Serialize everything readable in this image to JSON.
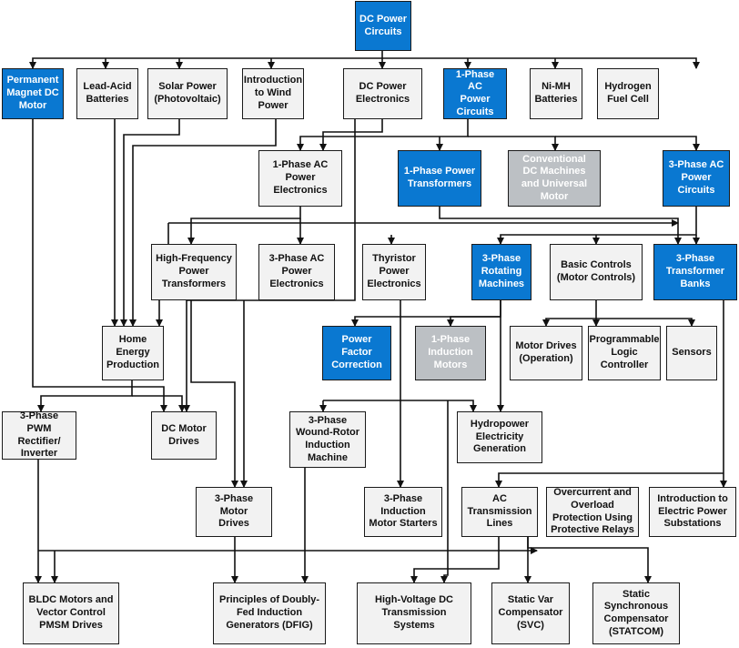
{
  "colors": {
    "accent_blue": "#0a78d1",
    "gray_node": "#bcc0c4",
    "plain_node": "#f2f2f2",
    "line": "#111111"
  },
  "nodes": {
    "dc_power_circuits": "DC Power\nCircuits",
    "pm_dc_motor": "Permanent\nMagnet DC\nMotor",
    "lead_acid": "Lead-Acid\nBatteries",
    "solar": "Solar Power\n(Photovoltaic)",
    "wind": "Introduction\nto Wind\nPower",
    "dc_pe": "DC Power\nElectronics",
    "ac1_circuits": "1-Phase AC\nPower\nCircuits",
    "nimh": "Ni-MH\nBatteries",
    "hydrogen": "Hydrogen\nFuel Cell",
    "ac1_pe": "1-Phase AC\nPower\nElectronics",
    "ac1_transformers": "1-Phase Power\nTransformers",
    "conv_dc": "Conventional\nDC Machines\nand Universal\nMotor",
    "ac3_circuits": "3-Phase AC\nPower\nCircuits",
    "hf_transformers": "High-Frequency\nPower\nTransformers",
    "ac3_pe": "3-Phase AC\nPower\nElectronics",
    "thyristor": "Thyristor\nPower\nElectronics",
    "rotating": "3-Phase\nRotating\nMachines",
    "basic_controls": "Basic Controls\n(Motor Controls)",
    "transformer_banks": "3-Phase\nTransformer\nBanks",
    "home_energy": "Home\nEnergy\nProduction",
    "pfc": "Power\nFactor\nCorrection",
    "induction1": "1-Phase\nInduction\nMotors",
    "motor_drives_op": "Motor Drives\n(Operation)",
    "plc": "Programmable\nLogic\nController",
    "sensors": "Sensors",
    "pwm": "3-Phase PWM\nRectifier/\nInverter",
    "dc_drives": "DC Motor\nDrives",
    "wound_rotor": "3-Phase\nWound-Rotor\nInduction\nMachine",
    "hydropower": "Hydropower\nElectricity\nGeneration",
    "motor_drives3": "3-Phase Motor\nDrives",
    "starters": "3-Phase\nInduction\nMotor Starters",
    "ac_lines": "AC\nTransmission\nLines",
    "overcurrent": "Overcurrent and\nOverload\nProtection Using\nProtective Relays",
    "substations": "Introduction to\nElectric Power\nSubstations",
    "bldc": "BLDC Motors and\nVector Control\nPMSM Drives",
    "dfig": "Principles of Doubly-\nFed Induction\nGenerators (DFIG)",
    "hvdc": "High-Voltage DC\nTransmission Systems",
    "svc": "Static Var\nCompensator\n(SVC)",
    "statcom": "Static\nSynchronous\nCompensator\n(STATCOM)"
  }
}
